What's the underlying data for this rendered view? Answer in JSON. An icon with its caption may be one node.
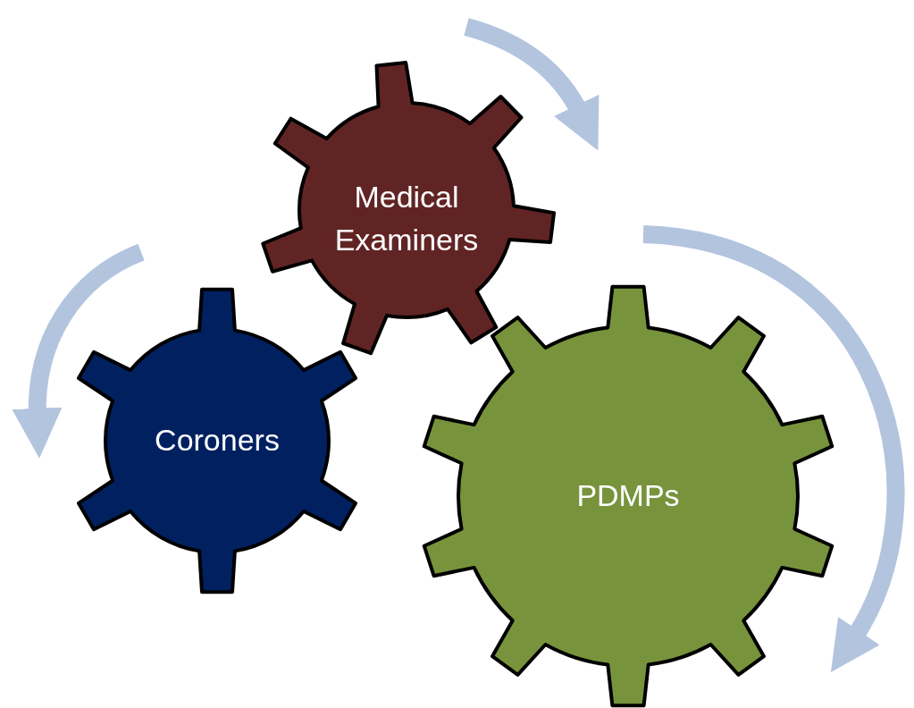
{
  "diagram": {
    "nodes": [
      {
        "text": [
          "Medical Examiners"
        ]
      },
      {
        "text": [
          "Coroners"
        ]
      },
      {
        "text": [
          "PDMPs"
        ]
      }
    ]
  }
}
